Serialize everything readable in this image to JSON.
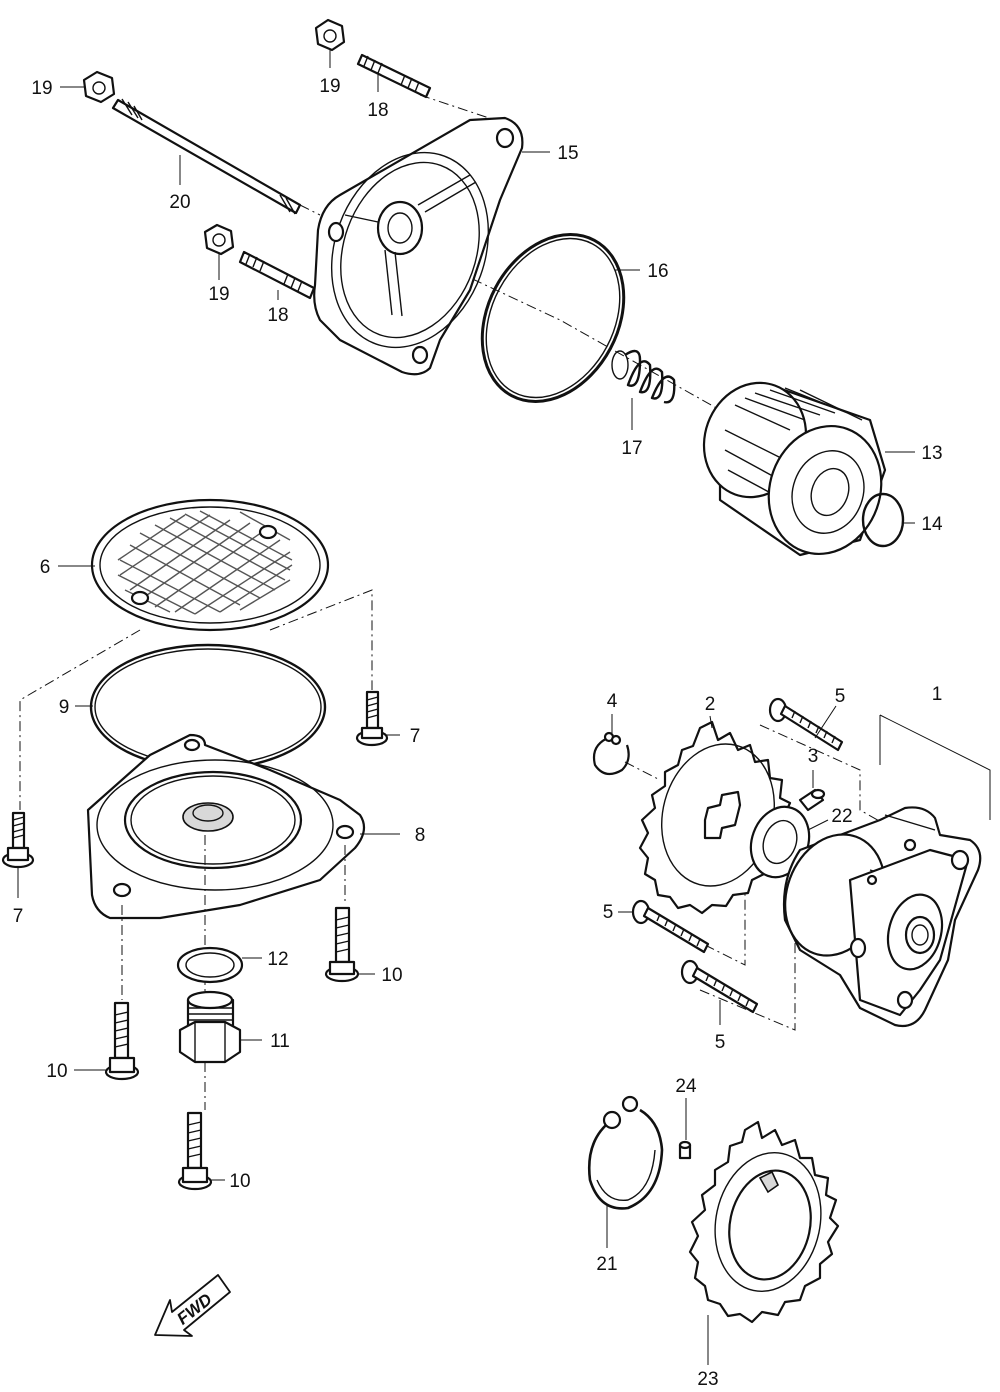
{
  "diagram": {
    "callouts": [
      {
        "id": "c1",
        "text": "1"
      },
      {
        "id": "c2",
        "text": "2"
      },
      {
        "id": "c3",
        "text": "3"
      },
      {
        "id": "c4",
        "text": "4"
      },
      {
        "id": "c5a",
        "text": "5"
      },
      {
        "id": "c5b",
        "text": "5"
      },
      {
        "id": "c5c",
        "text": "5"
      },
      {
        "id": "c6",
        "text": "6"
      },
      {
        "id": "c7a",
        "text": "7"
      },
      {
        "id": "c7b",
        "text": "7"
      },
      {
        "id": "c8",
        "text": "8"
      },
      {
        "id": "c9",
        "text": "9"
      },
      {
        "id": "c10a",
        "text": "10"
      },
      {
        "id": "c10b",
        "text": "10"
      },
      {
        "id": "c10c",
        "text": "10"
      },
      {
        "id": "c11",
        "text": "11"
      },
      {
        "id": "c12",
        "text": "12"
      },
      {
        "id": "c13",
        "text": "13"
      },
      {
        "id": "c14",
        "text": "14"
      },
      {
        "id": "c15",
        "text": "15"
      },
      {
        "id": "c16",
        "text": "16"
      },
      {
        "id": "c17",
        "text": "17"
      },
      {
        "id": "c18a",
        "text": "18"
      },
      {
        "id": "c18b",
        "text": "18"
      },
      {
        "id": "c19a",
        "text": "19"
      },
      {
        "id": "c19b",
        "text": "19"
      },
      {
        "id": "c19c",
        "text": "19"
      },
      {
        "id": "c20",
        "text": "20"
      },
      {
        "id": "c21",
        "text": "21"
      },
      {
        "id": "c22",
        "text": "22"
      },
      {
        "id": "c23",
        "text": "23"
      },
      {
        "id": "c24",
        "text": "24"
      }
    ],
    "direction_label": "FWD"
  }
}
